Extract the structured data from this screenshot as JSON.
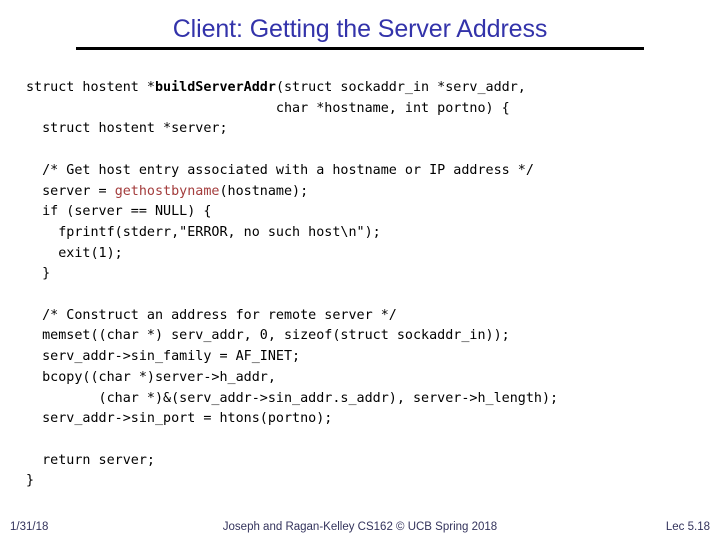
{
  "slide": {
    "title": "Client: Getting the Server Address",
    "title_color": "#3333AA",
    "rule_color": "#000000",
    "background": "#FFFFFF"
  },
  "code": {
    "font_kind": "monospace",
    "text_color": "#000000",
    "highlight_color": "#A33C3C",
    "lines": [
      {
        "segments": [
          {
            "text": "struct hostent *",
            "style": "plain"
          },
          {
            "text": "buildServerAddr",
            "style": "bold"
          },
          {
            "text": "(struct sockaddr_in *serv_addr,",
            "style": "plain"
          }
        ]
      },
      {
        "segments": [
          {
            "text": "                               char *hostname, int portno) {",
            "style": "plain"
          }
        ]
      },
      {
        "segments": [
          {
            "text": "  struct hostent *server;",
            "style": "plain"
          }
        ]
      },
      {
        "segments": []
      },
      {
        "segments": [
          {
            "text": "  /* Get host entry associated with a hostname or IP address */",
            "style": "plain"
          }
        ]
      },
      {
        "segments": [
          {
            "text": "  server = ",
            "style": "plain"
          },
          {
            "text": "gethostbyname",
            "style": "call"
          },
          {
            "text": "(hostname);",
            "style": "plain"
          }
        ]
      },
      {
        "segments": [
          {
            "text": "  if (server == NULL) {",
            "style": "plain"
          }
        ]
      },
      {
        "segments": [
          {
            "text": "    fprintf(stderr,\"ERROR, no such host\\n\");",
            "style": "plain"
          }
        ]
      },
      {
        "segments": [
          {
            "text": "    exit(1);",
            "style": "plain"
          }
        ]
      },
      {
        "segments": [
          {
            "text": "  }",
            "style": "plain"
          }
        ]
      },
      {
        "segments": []
      },
      {
        "segments": [
          {
            "text": "  /* Construct an address for remote server */",
            "style": "plain"
          }
        ]
      },
      {
        "segments": [
          {
            "text": "  memset((char *) serv_addr, 0, sizeof(struct sockaddr_in));",
            "style": "plain"
          }
        ]
      },
      {
        "segments": [
          {
            "text": "  serv_addr->sin_family = AF_INET;",
            "style": "plain"
          }
        ]
      },
      {
        "segments": [
          {
            "text": "  bcopy((char *)server->h_addr,",
            "style": "plain"
          }
        ]
      },
      {
        "segments": [
          {
            "text": "         (char *)&(serv_addr->sin_addr.s_addr), server->h_length);",
            "style": "plain"
          }
        ]
      },
      {
        "segments": [
          {
            "text": "  serv_addr->sin_port = htons(portno);",
            "style": "plain"
          }
        ]
      },
      {
        "segments": []
      },
      {
        "segments": [
          {
            "text": "  return server;",
            "style": "plain"
          }
        ]
      },
      {
        "segments": [
          {
            "text": "}",
            "style": "plain"
          }
        ]
      }
    ]
  },
  "footer": {
    "date": "1/31/18",
    "attribution": "Joseph and Ragan-Kelley CS162 © UCB Spring 2018",
    "lecture": "Lec 5.18",
    "color": "#33335C"
  }
}
